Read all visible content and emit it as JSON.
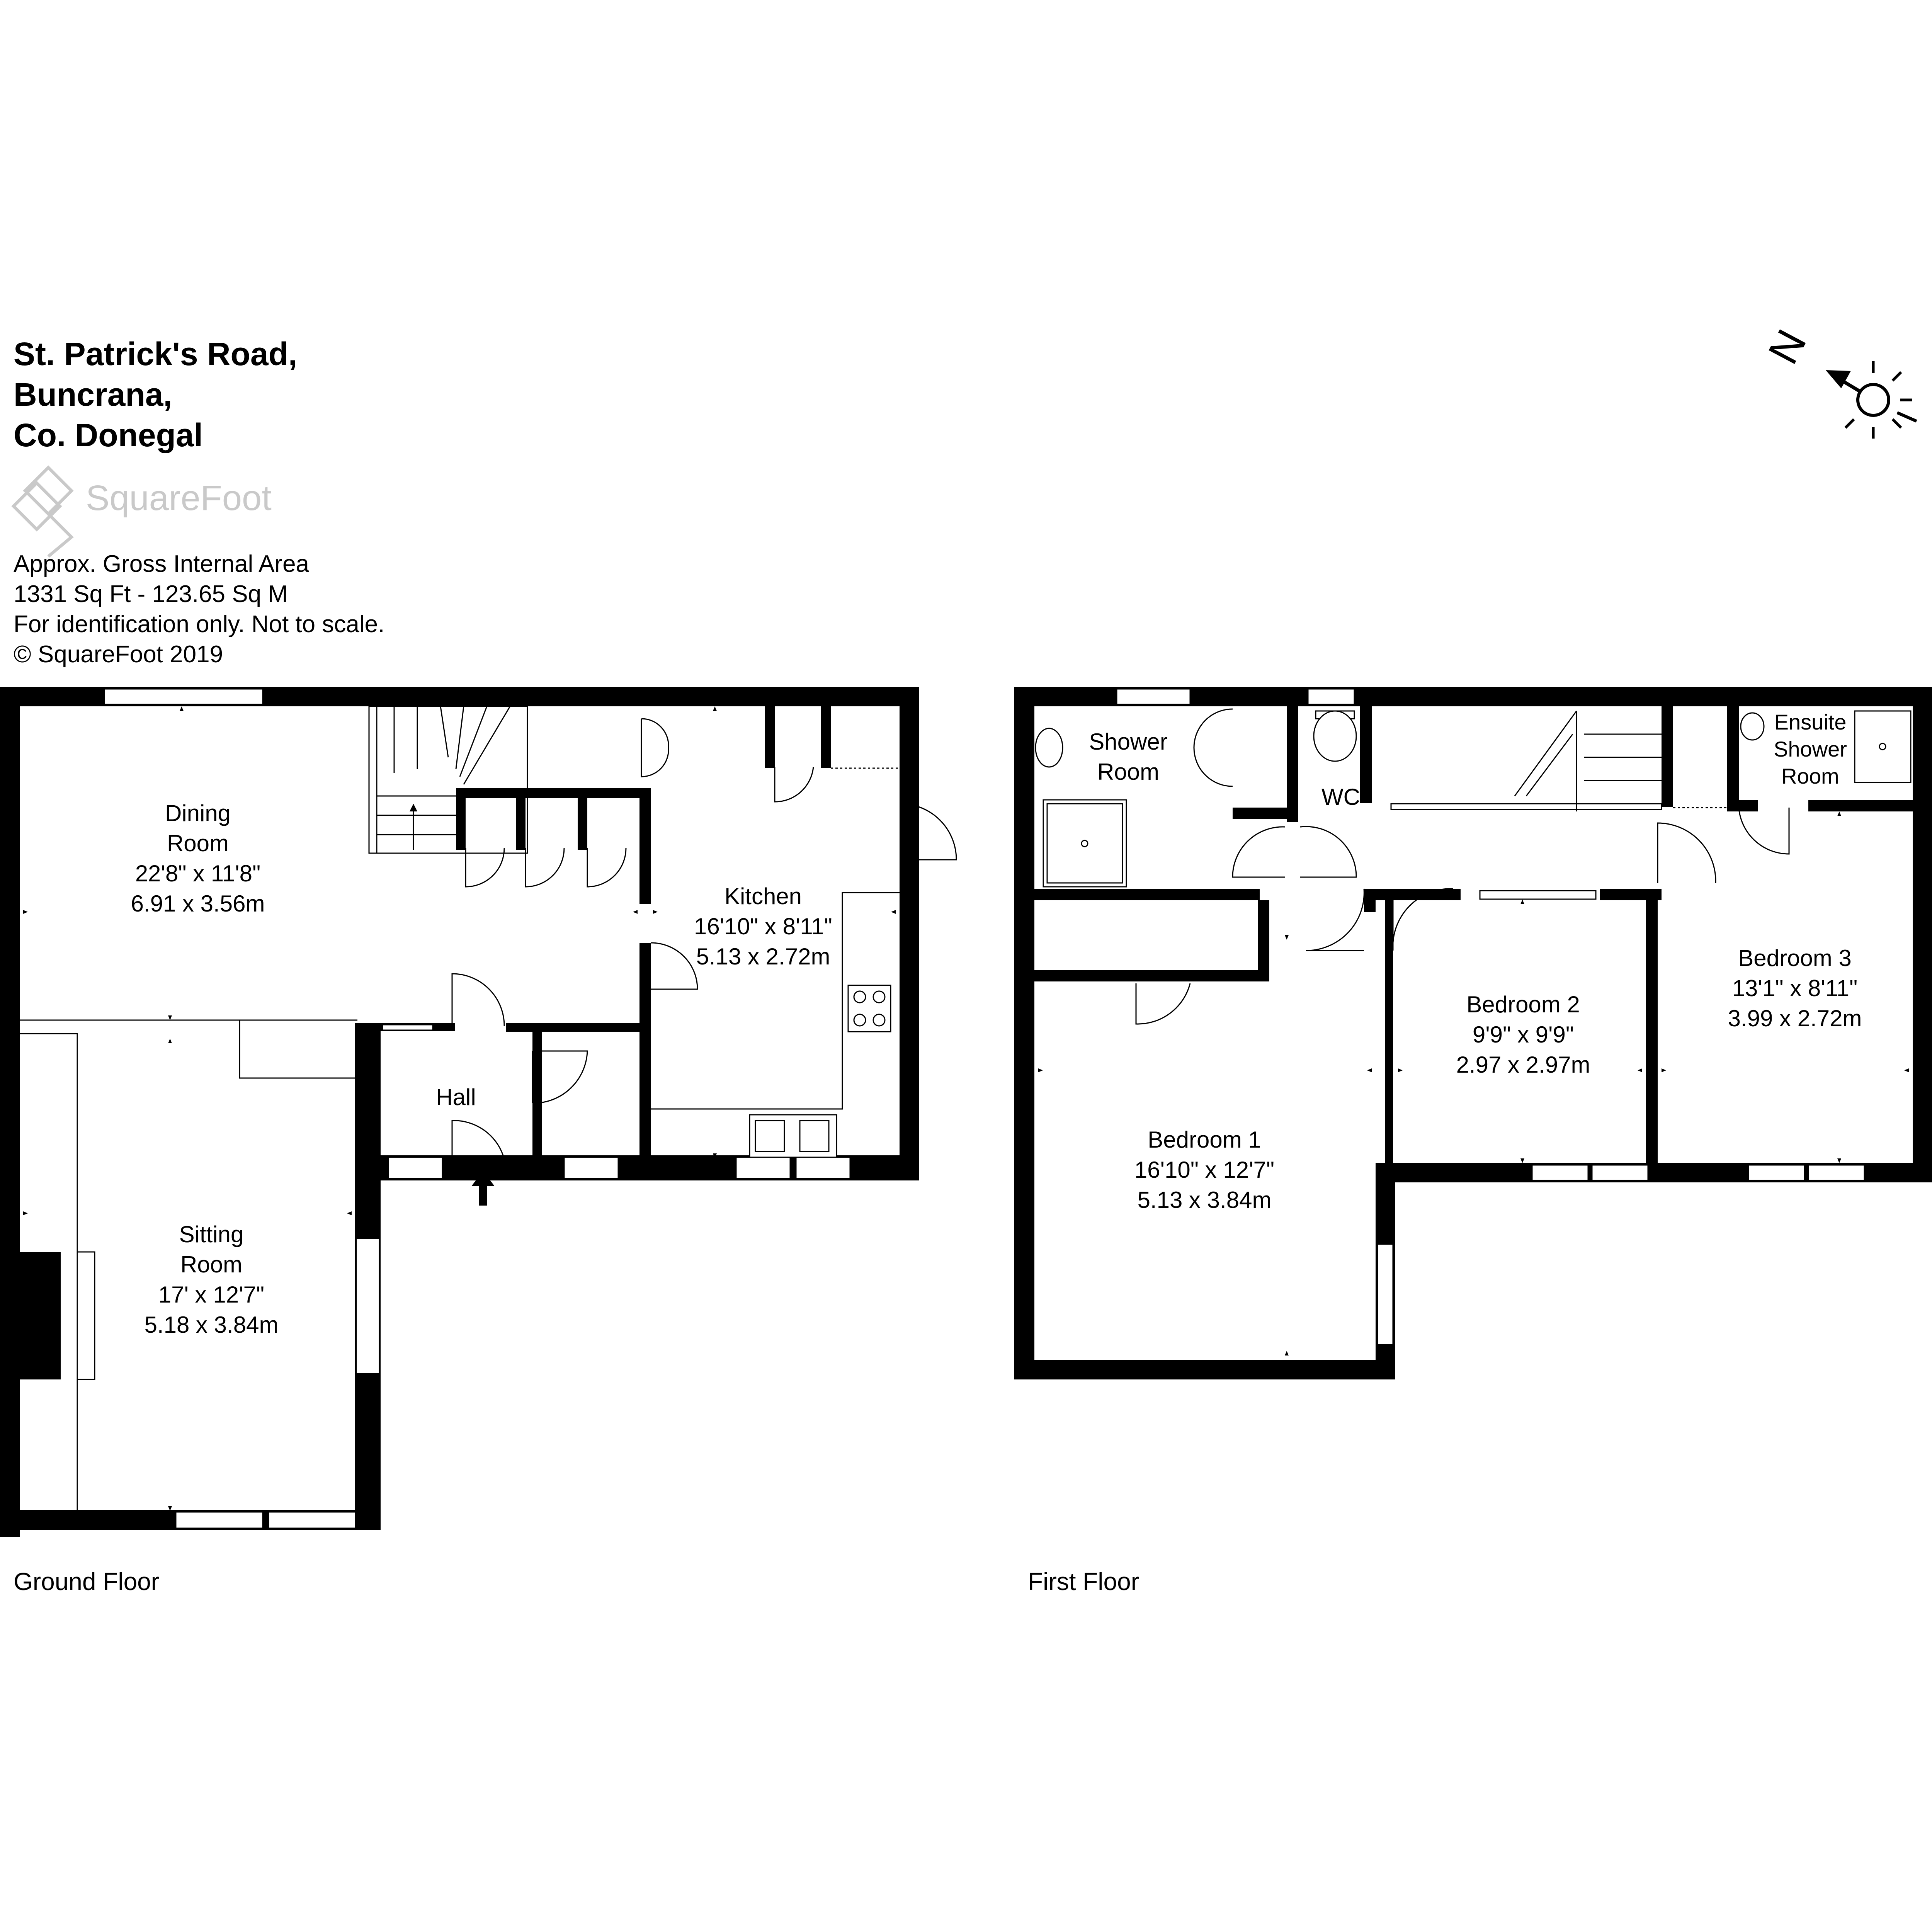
{
  "address": {
    "line1": "St. Patrick's Road,",
    "line2": "Buncrana,",
    "line3": "Co. Donegal"
  },
  "logo": {
    "text": "SquareFoot",
    "icon": "squarefoot-logo-icon"
  },
  "info": {
    "line1": "Approx. Gross Internal Area",
    "line2": "1331 Sq Ft  -  123.65 Sq M",
    "line3": "For identification only. Not to scale.",
    "line4": "© SquareFoot 2019"
  },
  "compass": {
    "north_label": "N",
    "icon": "north-arrow-sun-icon"
  },
  "ground_floor": {
    "label": "Ground Floor",
    "dining": {
      "name1": "Dining",
      "name2": "Room",
      "imperial": "22'8\" x 11'8\"",
      "metric": "6.91 x 3.56m"
    },
    "kitchen": {
      "name": "Kitchen",
      "imperial": "16'10\" x 8'11\"",
      "metric": "5.13 x 2.72m"
    },
    "hall": {
      "name": "Hall"
    },
    "sitting": {
      "name1": "Sitting",
      "name2": "Room",
      "imperial": "17' x 12'7\"",
      "metric": "5.18 x 3.84m"
    }
  },
  "first_floor": {
    "label": "First Floor",
    "shower": {
      "name1": "Shower",
      "name2": "Room"
    },
    "wc": {
      "name": "WC"
    },
    "ensuite": {
      "name1": "Ensuite",
      "name2": "Shower",
      "name3": "Room"
    },
    "bedroom1": {
      "name": "Bedroom 1",
      "imperial": "16'10\" x 12'7\"",
      "metric": "5.13 x 3.84m"
    },
    "bedroom2": {
      "name": "Bedroom 2",
      "imperial": "9'9\" x 9'9\"",
      "metric": "2.97 x 2.97m"
    },
    "bedroom3": {
      "name": "Bedroom 3",
      "imperial": "13'1\" x 8'11\"",
      "metric": "3.99 x 2.72m"
    }
  }
}
